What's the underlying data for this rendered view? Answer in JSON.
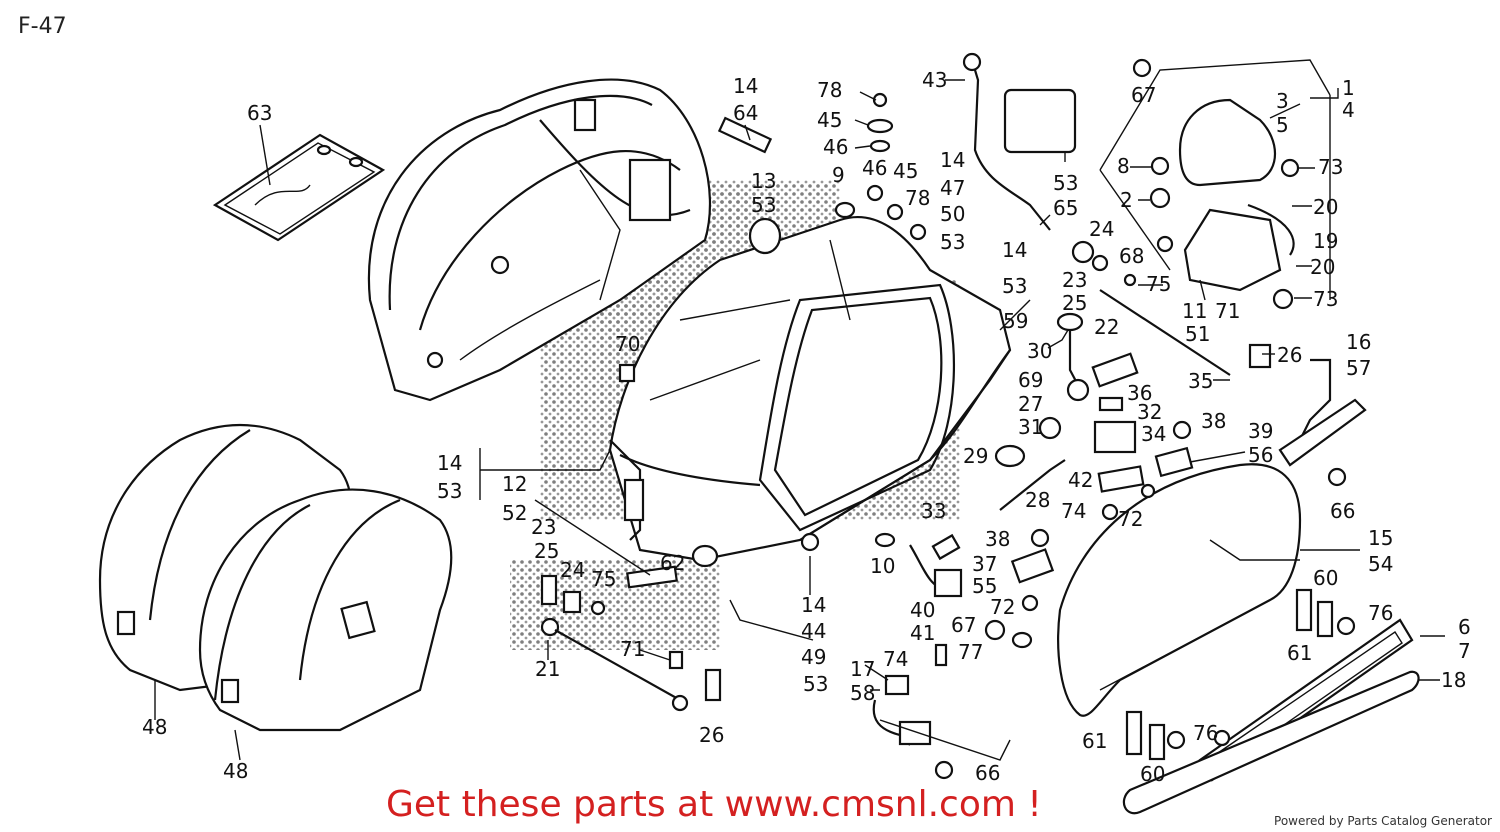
{
  "diagram_code": "F-47",
  "call_to_action": "Get these parts at www.cmsnl.com !",
  "credit": "Powered by Parts Catalog Generator",
  "callout_numbers": [
    "63",
    "14",
    "64",
    "78",
    "45",
    "46",
    "43",
    "67",
    "1",
    "4",
    "3",
    "5",
    "13",
    "53",
    "9",
    "46",
    "45",
    "78",
    "14",
    "47",
    "50",
    "53",
    "8",
    "73",
    "2",
    "20",
    "19",
    "20",
    "24",
    "23",
    "25",
    "68",
    "75",
    "11",
    "71",
    "51",
    "73",
    "53",
    "14",
    "53",
    "65",
    "22",
    "59",
    "30",
    "26",
    "16",
    "57",
    "70",
    "69",
    "27",
    "31",
    "35",
    "36",
    "32",
    "38",
    "34",
    "39",
    "56",
    "29",
    "14",
    "53",
    "12",
    "52",
    "28",
    "42",
    "74",
    "72",
    "66",
    "23",
    "25",
    "24",
    "75",
    "62",
    "33",
    "10",
    "38",
    "37",
    "55",
    "15",
    "54",
    "40",
    "41",
    "67",
    "72",
    "77",
    "60",
    "76",
    "6",
    "7",
    "71",
    "21",
    "14",
    "44",
    "49",
    "53",
    "17",
    "58",
    "74",
    "61",
    "48",
    "48",
    "26",
    "66",
    "18",
    "61",
    "76",
    "60"
  ]
}
